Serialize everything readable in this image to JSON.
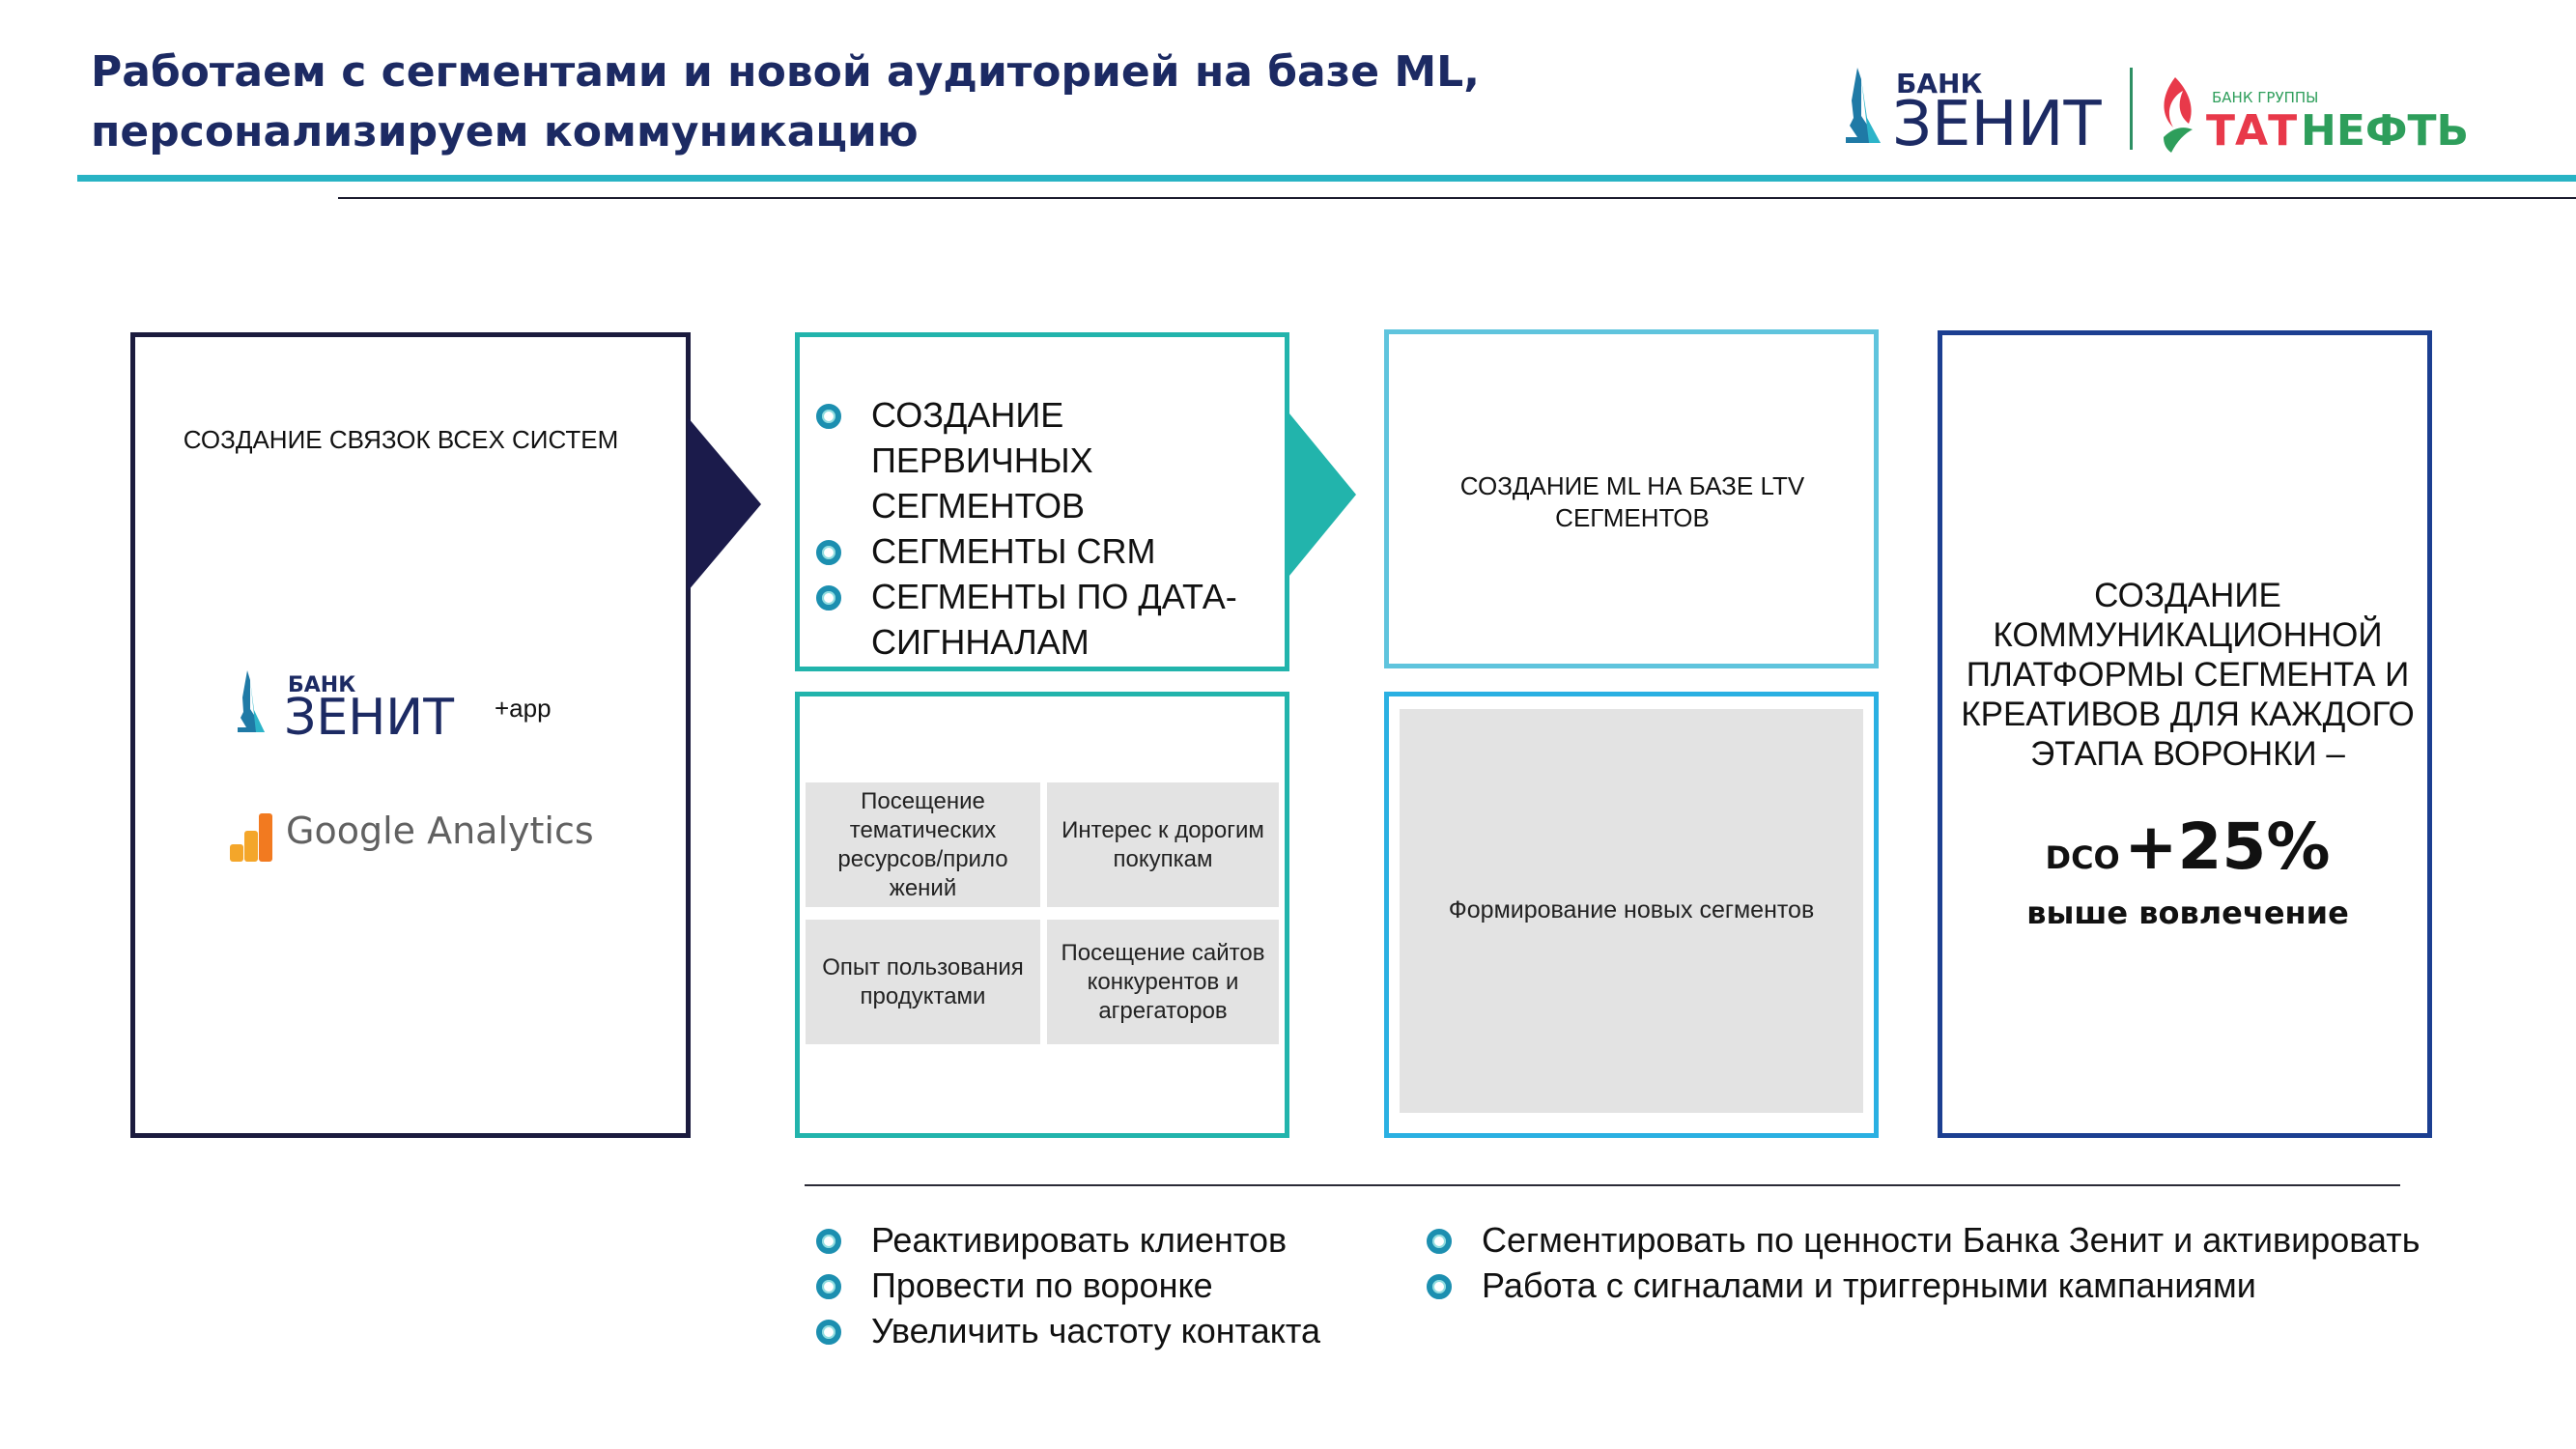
{
  "header": {
    "title_line1": "Работаем с сегментами и новой аудиторией на базе ML,",
    "title_line2": "персонализируем коммуникацию"
  },
  "logos": {
    "zenit_small": "БАНК",
    "zenit_big": "ЗЕНИТ",
    "tat_small": "БАНК ГРУППЫ",
    "tat_part1": "ТАТ",
    "tat_part2": "НЕФТЬ"
  },
  "box1": {
    "title": "СОЗДАНИЕ СВЯЗОК ВСЕХ СИСТЕМ",
    "app_label": "+app",
    "ga_label": "Google Analytics"
  },
  "box2": {
    "items": [
      "СОЗДАНИЕ ПЕРВИЧНЫХ СЕГМЕНТОВ",
      "СЕГМЕНТЫ CRM",
      "СЕГМЕНТЫ ПО ДАТА-СИГННАЛАМ"
    ]
  },
  "box3": {
    "cells": [
      "Посещение тематических ресурсов/прило жений",
      "Интерес к дорогим покупкам",
      "Опыт пользования продуктами",
      "Посещение сайтов конкурентов и агрегаторов"
    ]
  },
  "box4": {
    "text_line1": "СОЗДАНИЕ ML НА БАЗЕ LTV",
    "text_line2": "СЕГМЕНТОВ"
  },
  "box5": {
    "text": "Формирование новых сегментов"
  },
  "box6": {
    "text": "СОЗДАНИЕ КОММУНИКАЦИОННОЙ ПЛАТФОРМЫ СЕГМЕНТА И КРЕАТИВОВ ДЛЯ КАЖДОГО ЭТАПА ВОРОНКИ –",
    "dco_label": "DCO",
    "dco_value": "+25%",
    "caption": "выше вовлечение"
  },
  "bottom": {
    "left": [
      "Реактивировать клиентов",
      "Провести по воронке",
      "Увеличить частоту контакта"
    ],
    "right": [
      "Сегментировать по ценности Банка Зенит и активировать",
      "Работа с сигналами и триггерными кампаниями"
    ]
  },
  "colors": {
    "title": "#1c2a63",
    "accent_teal": "#28b3c4",
    "box2_border": "#22b4ac",
    "box4_border": "#5fc4dd",
    "box5_border": "#2ab0e2",
    "box6_border": "#1c3f91",
    "arrow_dark": "#1b1b4b",
    "arrow_teal": "#22b4ac",
    "cell_gray": "#e3e3e3"
  }
}
